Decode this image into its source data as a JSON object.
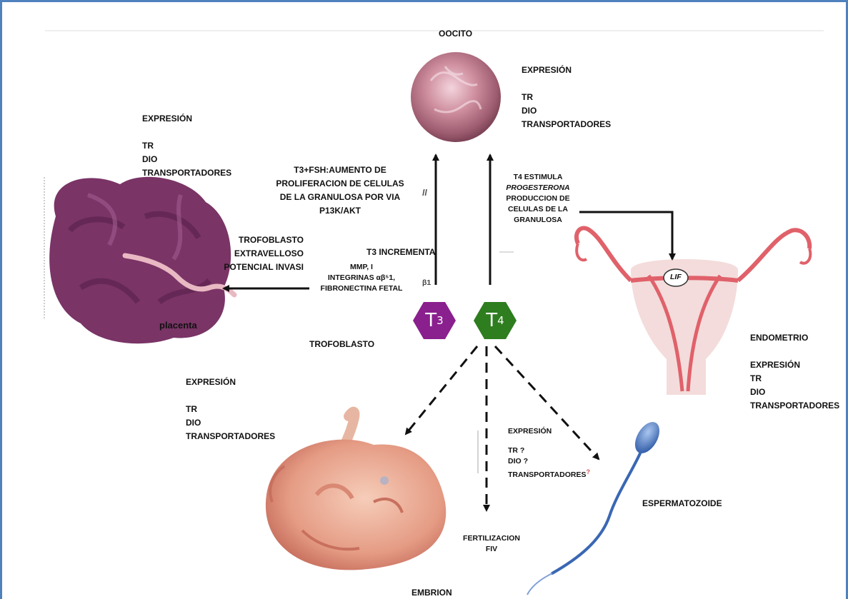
{
  "colors": {
    "frame": "#4f81bd",
    "t3": "#8a1f8e",
    "t4": "#2e7d1f",
    "uterus": "#e0616a",
    "placenta": "#7a3466",
    "embryo": "#e3a088",
    "sperm": "#3a67b4"
  },
  "hormones": {
    "t3": {
      "base": "T",
      "sub": "3"
    },
    "t4": {
      "base": "T",
      "sub": "4"
    }
  },
  "oocyte": {
    "title": "OOCITO",
    "expression": "EXPRESIÓN",
    "items": [
      "TR",
      "DIO",
      "TRANSPORTADORES"
    ]
  },
  "placenta": {
    "expression": "EXPRESIÓN",
    "items": [
      "TR",
      "DIO",
      "TRANSPORTADORES"
    ],
    "image_label": "placenta"
  },
  "trophoblast": {
    "effect": [
      "TROFOBLASTO",
      "EXTRAVELLOSO",
      "POTENCIAL INVASI"
    ],
    "title": "TROFOBLASTO"
  },
  "t3_fsh": [
    "T3+FSH:AUMENTO DE",
    "PROLIFERACION DE CELULAS",
    "DE LA GRANULOSA POR VIA",
    "P13K/AKT"
  ],
  "t3_increments": {
    "title": "T3 INCREMENTA",
    "lines": [
      "MMP, I",
      "INTEGRINAS αβ⁵1,",
      "FIBRONECTINA  FETAL"
    ],
    "marks": [
      "ll",
      "β1"
    ]
  },
  "t4_progesterone": {
    "lines_top": [
      "T4 ESTIMULA"
    ],
    "italic": "PROGESTERONA",
    "lines_bottom": [
      "PRODUCCION DE",
      "CELULAS DE LA",
      "GRANULOSA"
    ]
  },
  "endometrium": {
    "title": "ENDOMETRIO",
    "expression": "EXPRESIÓN",
    "items": [
      "TR",
      "DIO",
      "TRANSPORTADORES"
    ],
    "lif": "LIF"
  },
  "embryo": {
    "expression": "EXPRESIÓN",
    "items": [
      "TR",
      "DIO",
      "TRANSPORTADORES"
    ],
    "title": "EMBRION"
  },
  "fertilization": [
    "FERTILIZACION",
    "FIV"
  ],
  "sperm_expression": {
    "expression": "EXPRESIÓN",
    "items": [
      "TR ?",
      "DIO ?",
      "TRANSPORTADORES"
    ],
    "question": "?"
  },
  "sperm": {
    "title": "ESPERMATOZOIDE"
  }
}
